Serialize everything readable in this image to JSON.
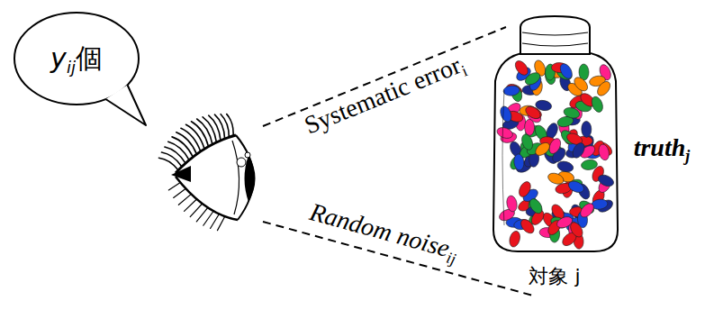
{
  "diagram": {
    "nodes": [
      {
        "text": [
          "y",
          "ij",
          "個"
        ]
      }
    ],
    "labels": [
      "Systematic error",
      "i",
      "Random noise",
      "ij",
      "truth",
      "j",
      "対象 j"
    ]
  }
}
